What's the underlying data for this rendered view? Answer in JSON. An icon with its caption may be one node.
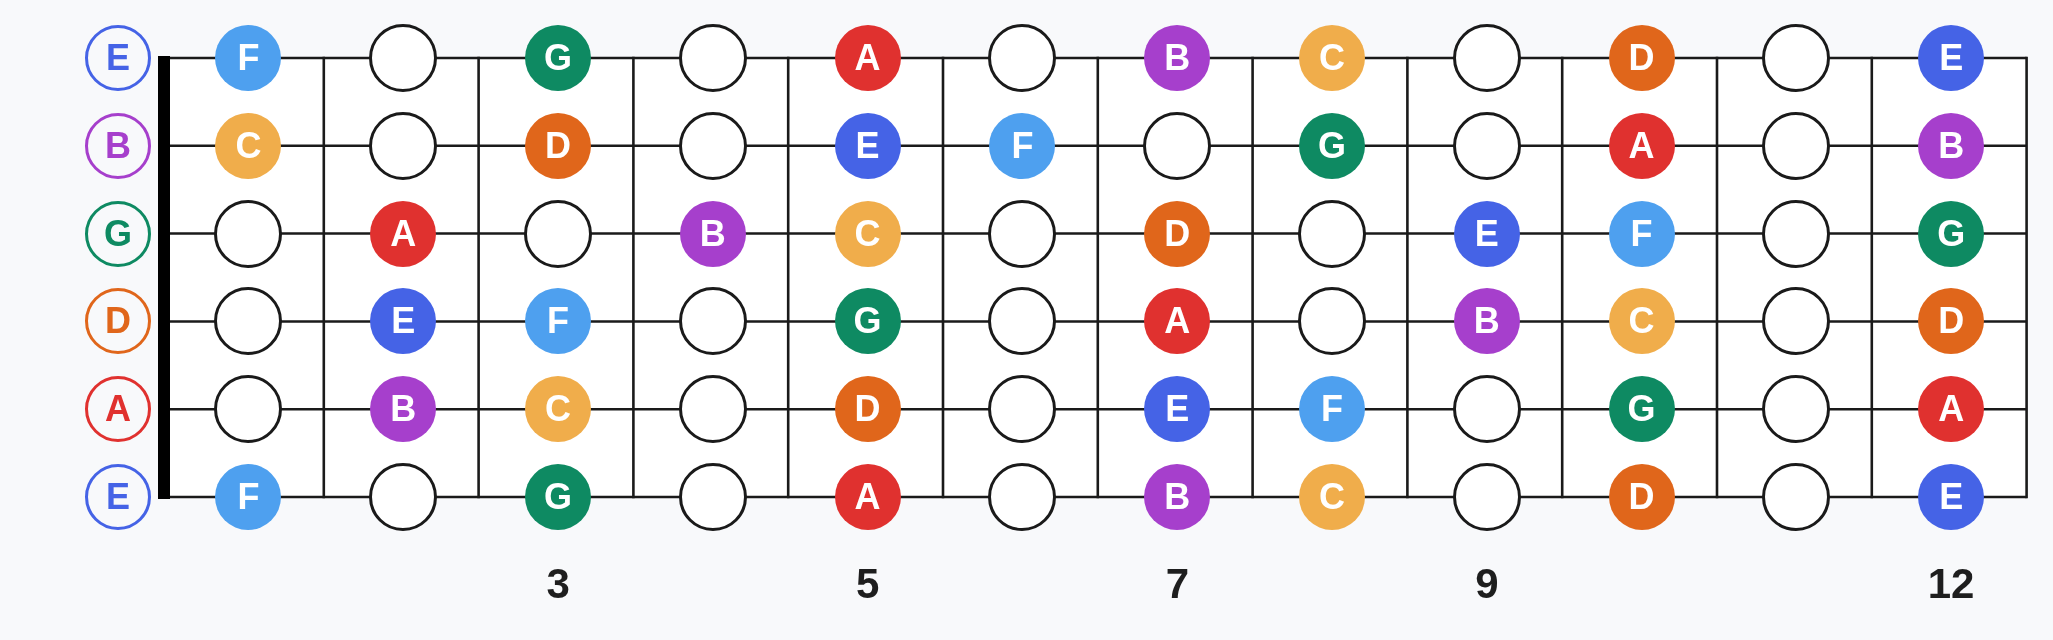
{
  "diagram": {
    "nodes": [
      {
        "text": [
          "E"
        ]
      },
      {
        "text": [
          "F"
        ]
      },
      {
        "text": [],
        "shape": "circle"
      },
      {
        "text": [
          "G"
        ]
      },
      {
        "text": [],
        "shape": "circle"
      },
      {
        "text": [
          "A"
        ]
      },
      {
        "text": [],
        "shape": "circle"
      },
      {
        "text": [
          "B"
        ]
      },
      {
        "text": [
          "C"
        ]
      },
      {
        "text": [],
        "shape": "circle"
      },
      {
        "text": [
          "D"
        ]
      },
      {
        "text": [],
        "shape": "circle"
      },
      {
        "text": [
          "E"
        ]
      },
      {
        "text": [
          "B"
        ]
      },
      {
        "text": [
          "C"
        ]
      },
      {
        "text": [],
        "shape": "circle"
      },
      {
        "text": [
          "D"
        ]
      },
      {
        "text": [],
        "shape": "circle"
      },
      {
        "text": [
          "E"
        ]
      },
      {
        "text": [
          "F"
        ]
      },
      {
        "text": [],
        "shape": "circle"
      },
      {
        "text": [
          "G"
        ]
      },
      {
        "text": [],
        "shape": "circle"
      },
      {
        "text": [
          "A"
        ]
      },
      {
        "text": [],
        "shape": "circle"
      },
      {
        "text": [
          "B"
        ]
      },
      {
        "text": [
          "G"
        ]
      },
      {
        "text": [],
        "shape": "circle"
      },
      {
        "text": [
          "A"
        ]
      },
      {
        "text": [],
        "shape": "circle"
      },
      {
        "text": [
          "B"
        ]
      },
      {
        "text": [
          "C"
        ]
      },
      {
        "text": [],
        "shape": "circle"
      },
      {
        "text": [
          "D"
        ]
      },
      {
        "text": [],
        "shape": "circle"
      },
      {
        "text": [
          "E"
        ]
      },
      {
        "text": [
          "F"
        ]
      },
      {
        "text": [],
        "shape": "circle"
      },
      {
        "text": [
          "G"
        ]
      },
      {
        "text": [
          "D"
        ]
      },
      {
        "text": [],
        "shape": "circle"
      },
      {
        "text": [
          "E"
        ]
      },
      {
        "text": [
          "F"
        ]
      },
      {
        "text": [],
        "shape": "circle"
      },
      {
        "text": [
          "G"
        ]
      },
      {
        "text": [],
        "shape": "circle"
      },
      {
        "text": [
          "A"
        ]
      },
      {
        "text": [],
        "shape": "circle"
      },
      {
        "text": [
          "B"
        ]
      },
      {
        "text": [
          "C"
        ]
      },
      {
        "text": [],
        "shape": "circle"
      },
      {
        "text": [
          "D"
        ]
      },
      {
        "text": [
          "A"
        ]
      },
      {
        "text": [],
        "shape": "circle"
      },
      {
        "text": [
          "B"
        ]
      },
      {
        "text": [
          "C"
        ]
      },
      {
        "text": [],
        "shape": "circle"
      },
      {
        "text": [
          "D"
        ]
      },
      {
        "text": [],
        "shape": "circle"
      },
      {
        "text": [
          "E"
        ]
      },
      {
        "text": [
          "F"
        ]
      },
      {
        "text": [],
        "shape": "circle"
      },
      {
        "text": [
          "G"
        ]
      },
      {
        "text": [],
        "shape": "circle"
      },
      {
        "text": [
          "A"
        ]
      },
      {
        "text": [
          "E"
        ]
      },
      {
        "text": [
          "F"
        ]
      },
      {
        "text": [],
        "shape": "circle"
      },
      {
        "text": [
          "G"
        ]
      },
      {
        "text": [],
        "shape": "circle"
      },
      {
        "text": [
          "A"
        ]
      },
      {
        "text": [],
        "shape": "circle"
      },
      {
        "text": [
          "B"
        ]
      },
      {
        "text": [
          "C"
        ]
      },
      {
        "text": [],
        "shape": "circle"
      },
      {
        "text": [
          "D"
        ]
      },
      {
        "text": [],
        "shape": "circle"
      },
      {
        "text": [
          "E"
        ]
      }
    ],
    "labels": [
      "3",
      "5",
      "7",
      "9",
      "12"
    ]
  }
}
